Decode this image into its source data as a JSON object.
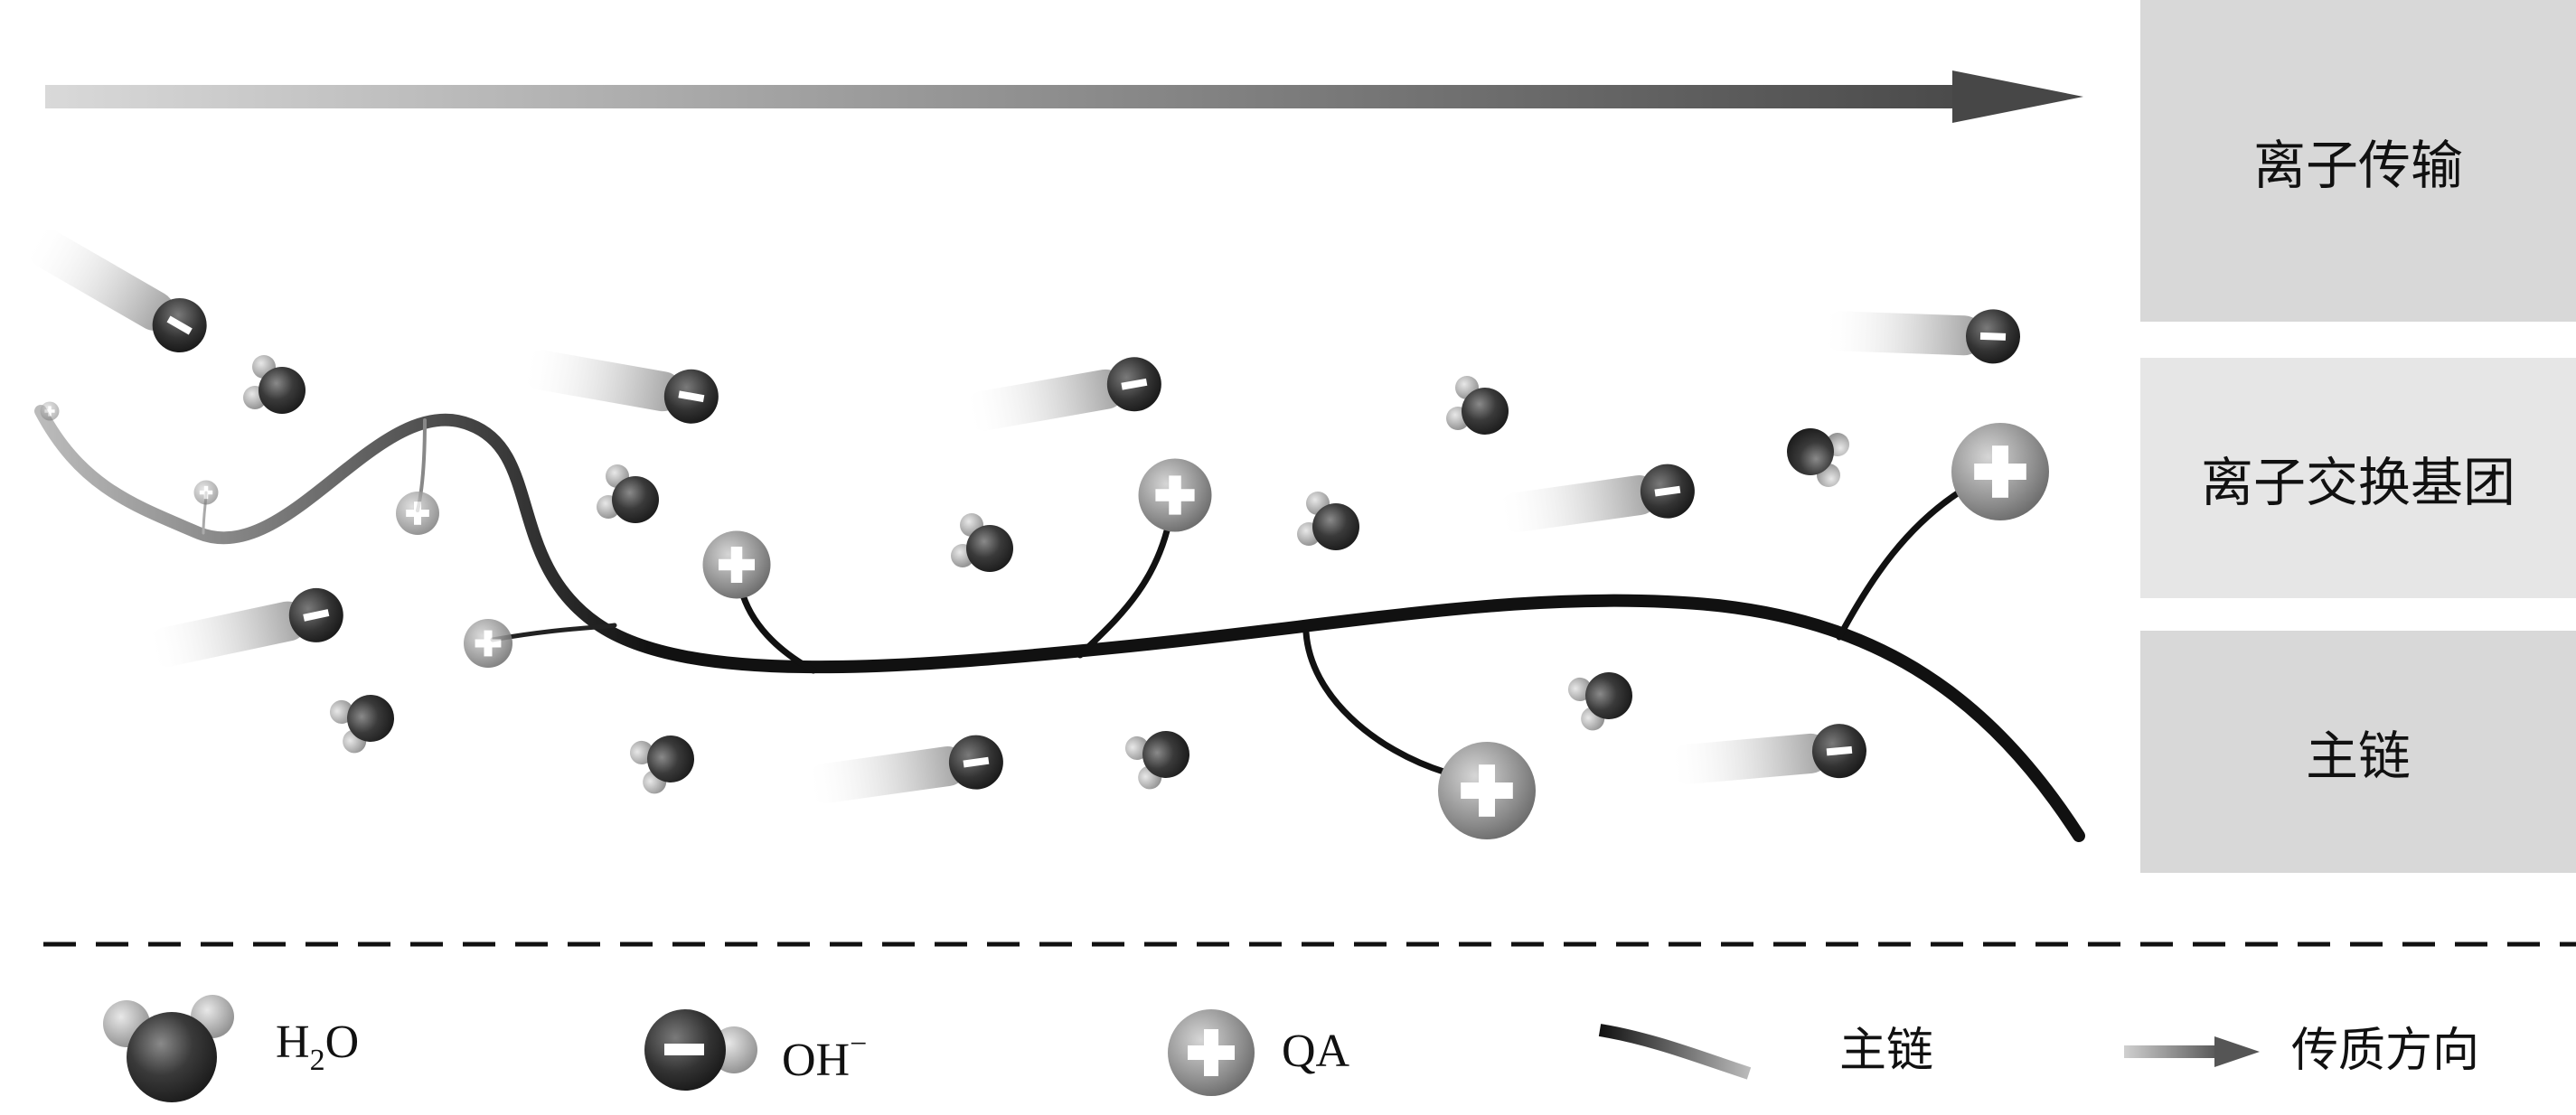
{
  "panels": {
    "ion_transport": "离子传输",
    "ion_exchange_group": "离子交换基团",
    "main_chain": "主链"
  },
  "legend": {
    "water": {
      "main": "H",
      "sub": "2",
      "tail": "O"
    },
    "hydroxide": {
      "main": "OH",
      "sup": "−"
    },
    "qa": "QA",
    "main_chain": "主链",
    "mass_transfer_direction": "传质方向"
  },
  "colors": {
    "oxygen": "#3a3a3a",
    "hydrogen": "#a8a8a8",
    "charged_ion": "#8c8c8c",
    "chain": "#111111",
    "panel_dark": "#d8d8d8",
    "panel_light": "#e6e6e6"
  }
}
